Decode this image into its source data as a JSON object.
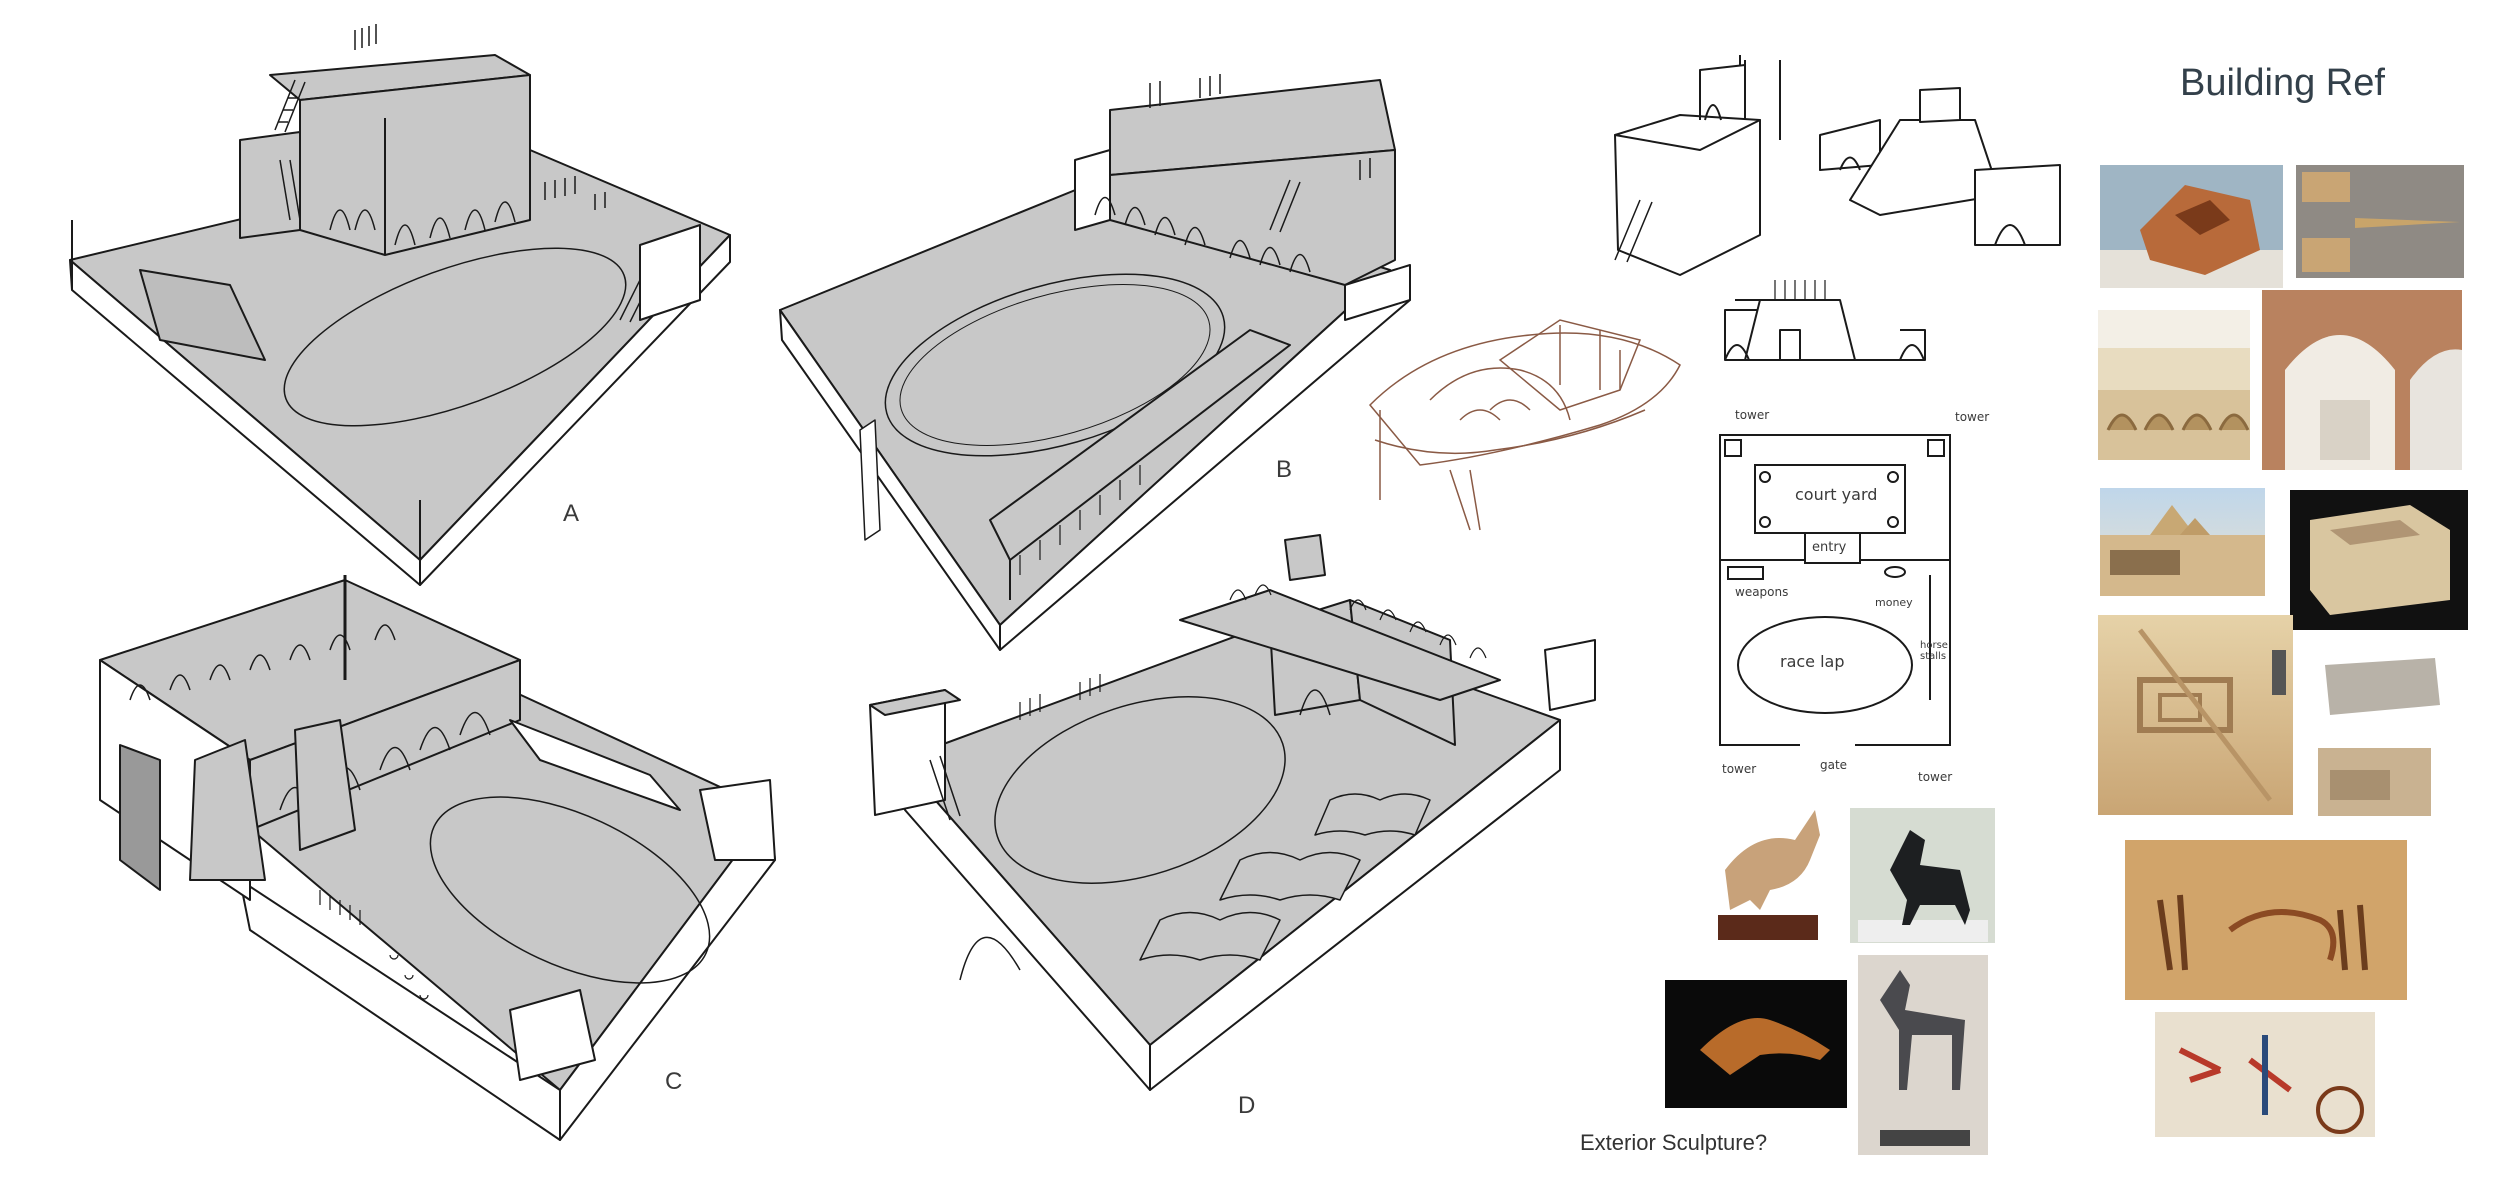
{
  "sketch_labels": {
    "a": "A",
    "b": "B",
    "c": "C",
    "d": "D"
  },
  "ref_panel": {
    "title": "Building Ref"
  },
  "sculpture_caption": "Exterior Sculpture?",
  "floor_plan": {
    "labels": {
      "tower_tl": "tower",
      "tower_tr": "tower",
      "courtyard": "court yard",
      "entry": "entry",
      "weapons": "weapons",
      "money": "money",
      "horse_stalls": "horse stalls",
      "race_lap": "race lap",
      "tower_bl": "tower",
      "gate": "gate",
      "tower_br": "tower"
    }
  },
  "colors": {
    "floor_gray": "#c8c8c8",
    "ink": "#1a1a1a",
    "sepia_sketch": "#8a5a45",
    "sand": "#d8c29a",
    "title_color": "#33404a"
  }
}
